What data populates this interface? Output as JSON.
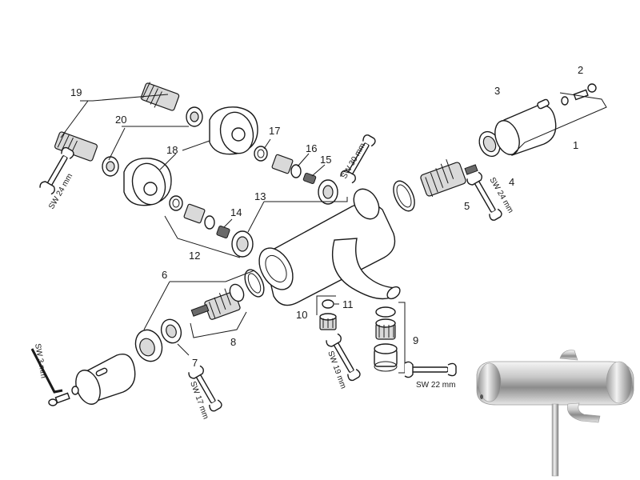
{
  "parts": {
    "p1": "1",
    "p2": "2",
    "p3": "3",
    "p4": "4",
    "p5": "5",
    "p6": "6",
    "p7": "7",
    "p8": "8",
    "p9": "9",
    "p10": "10",
    "p11": "11",
    "p12": "12",
    "p13": "13",
    "p14": "14",
    "p15": "15",
    "p16": "16",
    "p17": "17",
    "p18": "18",
    "p19": "19",
    "p20": "20"
  },
  "tools": {
    "sw24_left": "SW 24 mm",
    "sw30": "SW 30 mm",
    "sw24_right": "SW 24 mm",
    "sw3": "SW 3 mm",
    "sw17": "SW 17 mm",
    "sw19": "SW 19 mm",
    "sw22": "SW 22 mm"
  }
}
